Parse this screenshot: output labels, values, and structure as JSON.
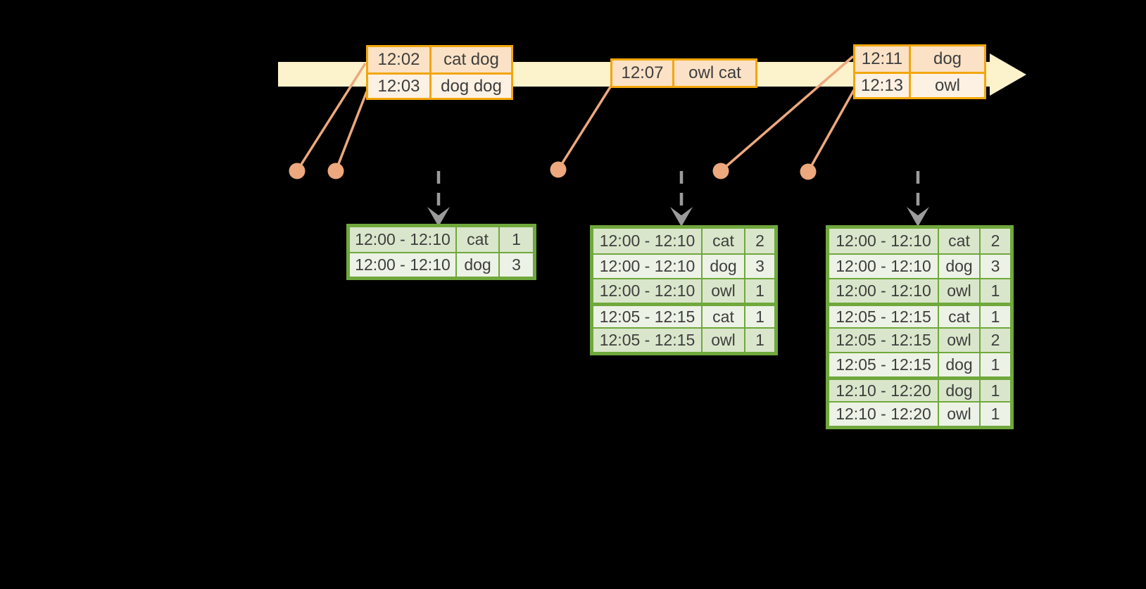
{
  "colors": {
    "background": "#000000",
    "timeline_fill": "#FCF2CB",
    "event_border": "#F2A60B",
    "event_row_dark": "#FBE2C6",
    "event_row_light": "#FDF1E3",
    "connector": "#EDA87E",
    "result_border": "#6FA83C",
    "result_row_dark": "#DAE6CB",
    "result_row_light": "#EDF2E6",
    "trigger": "#9B9B9B",
    "text": "#3E3E3E"
  },
  "icons": {
    "timeline": "arrow-right",
    "trigger": "arrow-down"
  },
  "event_tables": [
    {
      "name": "event-table-12-02",
      "rows": [
        {
          "time": "12:02",
          "words": "cat dog"
        },
        {
          "time": "12:03",
          "words": "dog dog"
        }
      ]
    },
    {
      "name": "event-table-12-07",
      "rows": [
        {
          "time": "12:07",
          "words": "owl cat"
        }
      ]
    },
    {
      "name": "event-table-12-11",
      "rows": [
        {
          "time": "12:11",
          "words": "dog"
        },
        {
          "time": "12:13",
          "words": "owl"
        }
      ]
    }
  ],
  "result_tables": [
    {
      "name": "result-table-1",
      "group_starts": [],
      "rows": [
        {
          "window": "12:00 - 12:10",
          "word": "cat",
          "count": "1"
        },
        {
          "window": "12:00 - 12:10",
          "word": "dog",
          "count": "3"
        }
      ]
    },
    {
      "name": "result-table-2",
      "group_starts": [
        3
      ],
      "rows": [
        {
          "window": "12:00 - 12:10",
          "word": "cat",
          "count": "2"
        },
        {
          "window": "12:00 - 12:10",
          "word": "dog",
          "count": "3"
        },
        {
          "window": "12:00 - 12:10",
          "word": "owl",
          "count": "1"
        },
        {
          "window": "12:05 - 12:15",
          "word": "cat",
          "count": "1"
        },
        {
          "window": "12:05 - 12:15",
          "word": "owl",
          "count": "1"
        }
      ]
    },
    {
      "name": "result-table-3",
      "group_starts": [
        3,
        6
      ],
      "rows": [
        {
          "window": "12:00 - 12:10",
          "word": "cat",
          "count": "2"
        },
        {
          "window": "12:00 - 12:10",
          "word": "dog",
          "count": "3"
        },
        {
          "window": "12:00 - 12:10",
          "word": "owl",
          "count": "1"
        },
        {
          "window": "12:05 - 12:15",
          "word": "cat",
          "count": "1"
        },
        {
          "window": "12:05 - 12:15",
          "word": "owl",
          "count": "2"
        },
        {
          "window": "12:05 - 12:15",
          "word": "dog",
          "count": "1"
        },
        {
          "window": "12:10 - 12:20",
          "word": "dog",
          "count": "1"
        },
        {
          "window": "12:10 - 12:20",
          "word": "owl",
          "count": "1"
        }
      ]
    }
  ]
}
